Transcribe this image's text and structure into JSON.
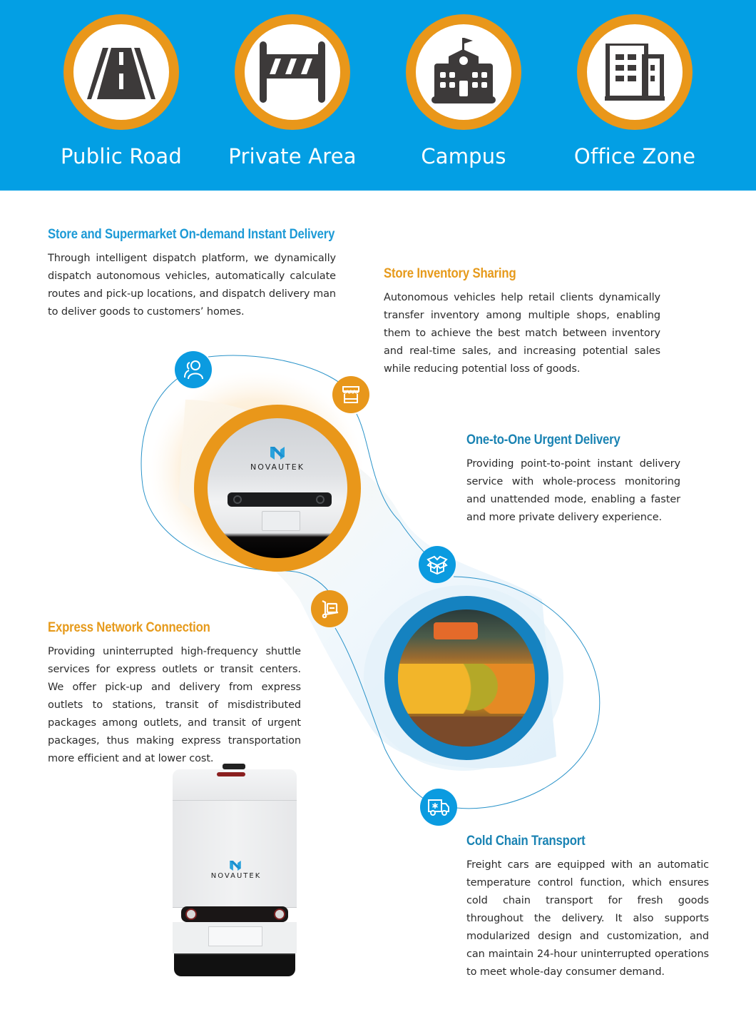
{
  "banner": {
    "background": "#039fe4",
    "scenes": [
      {
        "label": "Public Road",
        "icon": "road-icon"
      },
      {
        "label": "Private Area",
        "icon": "barrier-icon"
      },
      {
        "label": "Campus",
        "icon": "school-icon"
      },
      {
        "label": "Office Zone",
        "icon": "office-building-icon"
      }
    ]
  },
  "sections": {
    "store_delivery": {
      "title": "Store and Supermarket On-demand Instant Delivery",
      "body": "Through intelligent dispatch platform, we dynamically dispatch autonomous vehicles, automatically calculate routes and pick-up locations, and dispatch delivery man to deliver goods to customers’  homes."
    },
    "inventory_sharing": {
      "title": "Store  Inventory  Sharing",
      "body": "Autonomous vehicles help retail clients dynamically transfer inventory among multiple shops, enabling them to achieve the best match between inventory and real-time sales, and increasing potential sales while reducing potential loss of goods."
    },
    "urgent_delivery": {
      "title": "One-to-One Urgent Delivery",
      "body": "Providing point-to-point instant delivery service with whole-process monitoring and unattended mode, enabling a faster and more private delivery experience."
    },
    "express_network": {
      "title": "Express Network Connection",
      "body": "Providing uninterrupted high-frequency shuttle services for express outlets or transit centers. We offer pick-up and delivery from express outlets to stations, transit of misdistributed packages among outlets, and transit of urgent packages, thus making express transportation more efficient and at lower cost."
    },
    "cold_chain": {
      "title": "Cold Chain Transport",
      "body": "Freight cars are equipped with an automatic temperature control function, which ensures cold chain transport for fresh goods throughout the delivery. It also supports modularized design and customization, and can maintain 24-hour uninterrupted operations to meet whole-day consumer demand."
    }
  },
  "brand": {
    "name": "NOVAUTEK"
  },
  "colors": {
    "accent_blue": "#0b9be0",
    "accent_orange": "#e8971b",
    "title_blue": "#1d9ad6",
    "title_teal": "#1a83b3",
    "title_orange": "#e69a1b",
    "body_text": "#2b2b2b"
  }
}
